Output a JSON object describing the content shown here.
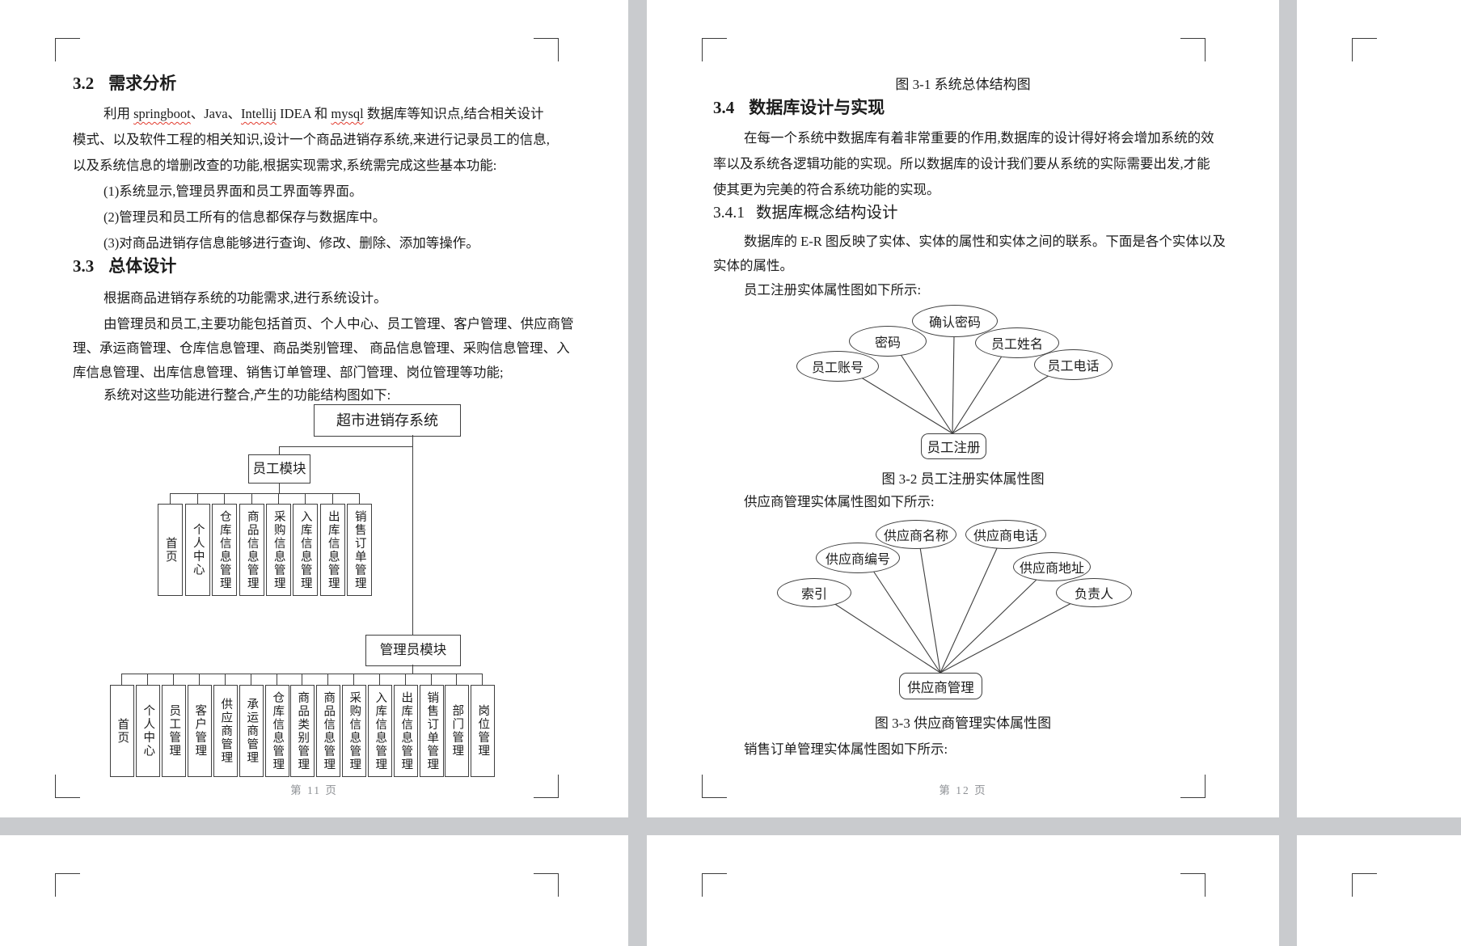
{
  "page11": {
    "sec32": {
      "num": "3.2",
      "title": "需求分析"
    },
    "p1": {
      "t1": "利用 ",
      "w1": "springboot",
      "t2": "、Java、",
      "w2": "Intellij",
      "t3": " IDEA 和 ",
      "w3": "mysql",
      "t4": " 数据库等知识点,结合相关设计"
    },
    "p1l2": "模式、以及软件工程的相关知识,设计一个商品进销存系统,来进行记录员工的信息,",
    "p1l3": "以及系统信息的增删改查的功能,根据实现需求,系统需完成这些基本功能:",
    "item1": "(1)系统显示,管理员界面和员工界面等界面。",
    "item2": "(2)管理员和员工所有的信息都保存与数据库中。",
    "item3": "(3)对商品进销存信息能够进行查询、修改、删除、添加等操作。",
    "sec33": {
      "num": "3.3",
      "title": "总体设计"
    },
    "p2": "根据商品进销存系统的功能需求,进行系统设计。",
    "p3l1": "由管理员和员工,主要功能包括首页、个人中心、员工管理、客户管理、供应商管",
    "p3l2": "理、承运商管理、仓库信息管理、商品类别管理、 商品信息管理、采购信息管理、入",
    "p3l3": "库信息管理、出库信息管理、销售订单管理、部门管理、岗位管理等功能;",
    "p4": "系统对这些功能进行整合,产生的功能结构图如下:",
    "chart": {
      "root": "超市进销存系统",
      "employee": "员工模块",
      "admin": "管理员模块",
      "emp_children": [
        "首页",
        "个人中心",
        "仓库信息管理",
        "商品信息管理",
        "采购信息管理",
        "入库信息管理",
        "出库信息管理",
        "销售订单管理"
      ],
      "admin_children": [
        "首页",
        "个人中心",
        "员工管理",
        "客户管理",
        "供应商管理",
        "承运商管理",
        "仓库信息管理",
        "商品类别管理",
        "商品信息管理",
        "采购信息管理",
        "入库信息管理",
        "出库信息管理",
        "销售订单管理",
        "部门管理",
        "岗位管理"
      ]
    },
    "footer": "第 11 页"
  },
  "page12": {
    "fig31": "图 3-1  系统总体结构图",
    "sec34": {
      "num": "3.4",
      "title": "数据库设计与实现"
    },
    "p1l1": "在每一个系统中数据库有着非常重要的作用,数据库的设计得好将会增加系统的效",
    "p1l2": "率以及系统各逻辑功能的实现。所以数据库的设计我们要从系统的实际需要出发,才能",
    "p1l3": "使其更为完美的符合系统功能的实现。",
    "sec341": {
      "num": "3.4.1",
      "title": "数据库概念结构设计"
    },
    "p2l1": "数据库的 E-R 图反映了实体、实体的属性和实体之间的联系。下面是各个实体以及",
    "p2l2": "实体的属性。",
    "lead1": "员工注册实体属性图如下所示:",
    "er1": {
      "entity": "员工注册",
      "attrs": [
        "员工账号",
        "密码",
        "确认密码",
        "员工姓名",
        "员工电话"
      ]
    },
    "fig32": "图 3-2 员工注册实体属性图",
    "lead2": "供应商管理实体属性图如下所示:",
    "er2": {
      "entity": "供应商管理",
      "attrs": [
        "索引",
        "供应商编号",
        "供应商名称",
        "供应商电话",
        "供应商地址",
        "负责人"
      ]
    },
    "fig33": "图 3-3 供应商管理实体属性图",
    "lead3": "销售订单管理实体属性图如下所示:",
    "footer": "第 12 页"
  },
  "colors": {
    "squiggle": "#e23b2e",
    "line": "#3f3f3f",
    "gutter": "#c9cbce",
    "footer_gray": "#8d9094"
  }
}
